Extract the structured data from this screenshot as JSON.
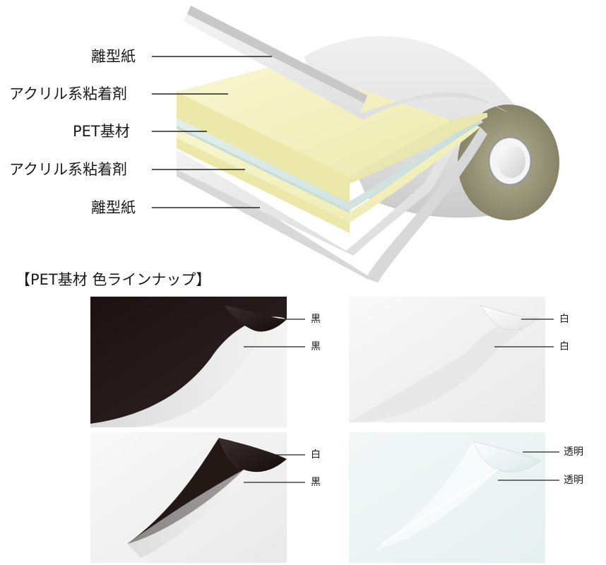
{
  "diagram": {
    "layers": [
      {
        "label": "離型紙"
      },
      {
        "label": "アクリル系粘着剤"
      },
      {
        "label": "PET基材"
      },
      {
        "label": "アクリル系粘着剤"
      },
      {
        "label": "離型紙"
      }
    ],
    "colors": {
      "release_paper": "#e6e6e6",
      "adhesive": "#f3f0b8",
      "pet": "#cfe3df",
      "roll_end": "#8e8a70"
    }
  },
  "lineup": {
    "heading": "【PET基材 色ラインナップ】",
    "samples": [
      {
        "top_label": "黒",
        "bottom_label": "黒",
        "top_color": "#231816",
        "curl_color": "#231816"
      },
      {
        "top_label": "白",
        "bottom_label": "白",
        "top_color": "#f3f3f3",
        "curl_color": "#ffffff"
      },
      {
        "top_label": "白",
        "bottom_label": "黒",
        "top_color": "#f3f3f3",
        "curl_color": "#231816"
      },
      {
        "top_label": "透明",
        "bottom_label": "透明",
        "top_color": "#eef4f3",
        "curl_color": "#e8f2f1"
      }
    ]
  }
}
